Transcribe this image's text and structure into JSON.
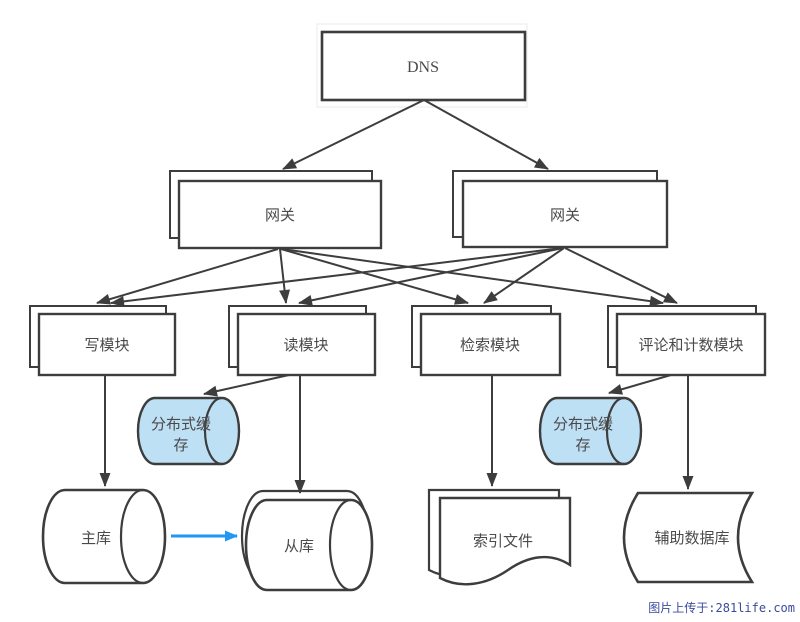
{
  "colors": {
    "line": "#3d3d3d",
    "text": "#4a4a4a",
    "node_fill": "#ffffff",
    "cache_fill": "#bee0f5",
    "replication_arrow": "#2196f3",
    "watermark": "#3b4a9d"
  },
  "diagram": {
    "dns": {
      "label": "DNS"
    },
    "gateways": [
      {
        "label": "网关"
      },
      {
        "label": "网关"
      }
    ],
    "modules": [
      {
        "label": "写模块"
      },
      {
        "label": "读模块"
      },
      {
        "label": "检索模块"
      },
      {
        "label": "评论和计数模块"
      }
    ],
    "caches": [
      {
        "label": "分布式缓存",
        "line1": "分布式缓",
        "line2": "存"
      },
      {
        "label": "分布式缓存",
        "line1": "分布式缓",
        "line2": "存"
      }
    ],
    "databases": [
      {
        "label": "主库"
      },
      {
        "label": "从库"
      },
      {
        "label": "索引文件"
      },
      {
        "label": "辅助数据库"
      }
    ]
  },
  "footer": {
    "text": "图片上传于:281life.com"
  }
}
